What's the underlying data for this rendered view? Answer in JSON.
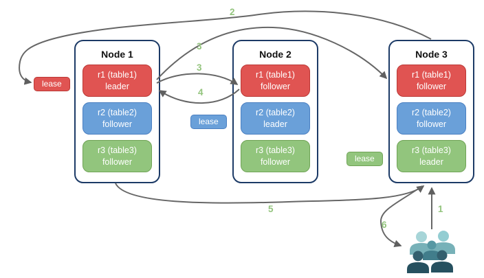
{
  "nodes": [
    {
      "title": "Node 1",
      "replicas": [
        {
          "label": "r1 (table1)",
          "role": "leader",
          "color": "red"
        },
        {
          "label": "r2 (table2)",
          "role": "follower",
          "color": "blue"
        },
        {
          "label": "r3 (table3)",
          "role": "follower",
          "color": "green"
        }
      ]
    },
    {
      "title": "Node 2",
      "replicas": [
        {
          "label": "r1 (table1)",
          "role": "follower",
          "color": "red"
        },
        {
          "label": "r2 (table2)",
          "role": "leader",
          "color": "blue"
        },
        {
          "label": "r3 (table3)",
          "role": "follower",
          "color": "green"
        }
      ]
    },
    {
      "title": "Node 3",
      "replicas": [
        {
          "label": "r1 (table1)",
          "role": "follower",
          "color": "red"
        },
        {
          "label": "r2 (table2)",
          "role": "follower",
          "color": "blue"
        },
        {
          "label": "r3 (table3)",
          "role": "leader",
          "color": "green"
        }
      ]
    }
  ],
  "leases": [
    {
      "label": "lease",
      "color": "red"
    },
    {
      "label": "lease",
      "color": "blue"
    },
    {
      "label": "lease",
      "color": "green"
    }
  ],
  "steps": {
    "one": "1",
    "two": "2",
    "three_a": "3",
    "three_b": "3",
    "four": "4",
    "five": "5",
    "six": "6"
  },
  "icons": {
    "people": "users-icon"
  },
  "colors": {
    "red_fill": "#e05452",
    "red_stroke": "#ba3835",
    "blue_fill": "#6aa0d9",
    "blue_stroke": "#4a7fc1",
    "green_fill": "#92c57d",
    "green_stroke": "#6fa355",
    "node_border": "#1c3a66",
    "arrow": "#666666",
    "step_label": "#93c47d",
    "people_light": "#a7d5d8",
    "people_medium": "#5798a3",
    "people_dark": "#2f5e6d"
  }
}
